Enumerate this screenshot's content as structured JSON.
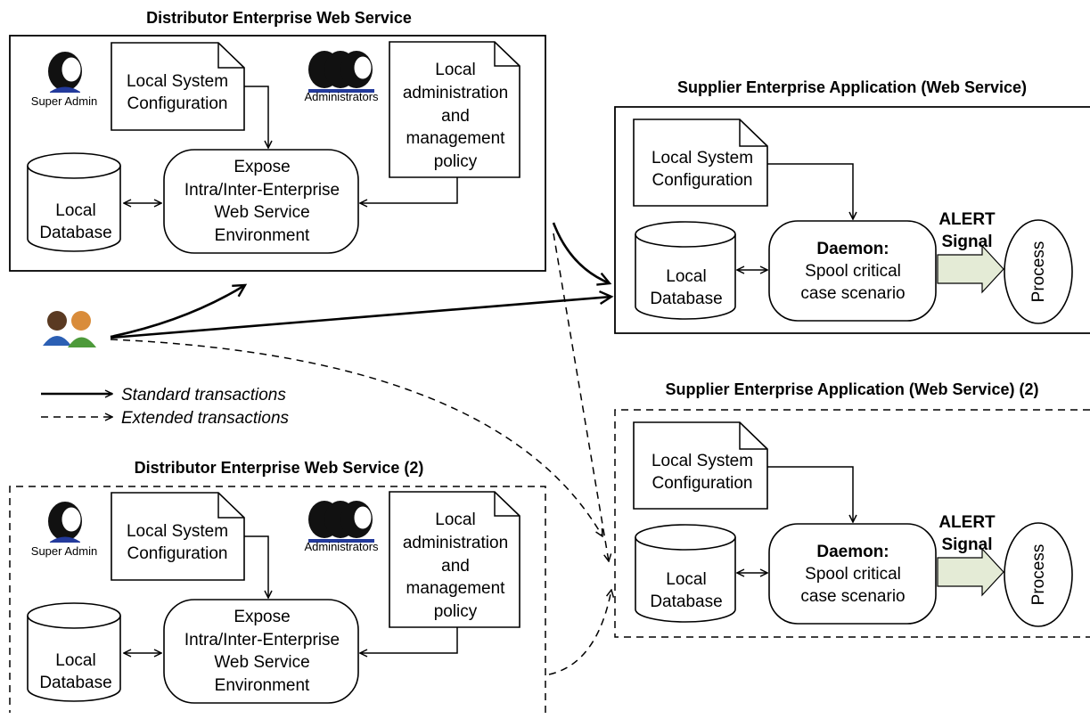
{
  "distributor": {
    "title": "Distributor Enterprise Web Service",
    "super_admin": "Super Admin",
    "administrators": "Administrators",
    "config": [
      "Local System",
      "Configuration"
    ],
    "policy": [
      "Local",
      "administration",
      "and",
      "management",
      "policy"
    ],
    "database": [
      "Local",
      "Database"
    ],
    "expose": [
      "Expose",
      "Intra/Inter-Enterprise",
      "Web Service",
      "Environment"
    ]
  },
  "distributor2": {
    "title": "Distributor Enterprise Web Service (2)",
    "super_admin": "Super Admin",
    "administrators": "Administrators",
    "config": [
      "Local System",
      "Configuration"
    ],
    "policy": [
      "Local",
      "administration",
      "and",
      "management",
      "policy"
    ],
    "database": [
      "Local",
      "Database"
    ],
    "expose": [
      "Expose",
      "Intra/Inter-Enterprise",
      "Web Service",
      "Environment"
    ]
  },
  "supplier": {
    "title": "Supplier Enterprise Application (Web Service)",
    "config": [
      "Local System",
      "Configuration"
    ],
    "database": [
      "Local",
      "Database"
    ],
    "daemon": [
      "Daemon:",
      "Spool critical",
      "case scenario"
    ],
    "alert": [
      "ALERT",
      "Signal"
    ],
    "process": "Process"
  },
  "supplier2": {
    "title": "Supplier Enterprise Application (Web Service) (2)",
    "config": [
      "Local System",
      "Configuration"
    ],
    "database": [
      "Local",
      "Database"
    ],
    "daemon": [
      "Daemon:",
      "Spool critical",
      "case scenario"
    ],
    "alert": [
      "ALERT",
      "Signal"
    ],
    "process": "Process"
  },
  "legend": {
    "standard": "Standard transactions",
    "extended": "Extended transactions"
  },
  "colors": {
    "alert_arrow": "#e4ebd6",
    "people_blue": "#2b5fb4",
    "people_green": "#4d9a3a",
    "people_orange": "#d98c3a"
  }
}
